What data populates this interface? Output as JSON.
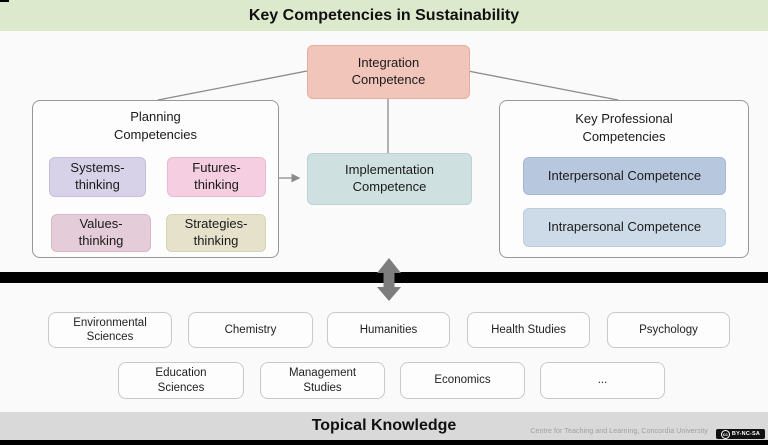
{
  "header": {
    "title": "Key Competencies in Sustainability"
  },
  "diagram": {
    "integration": "Integration\nCompetence",
    "implementation": "Implementation\nCompetence",
    "planning": {
      "title": "Planning\nCompetencies",
      "items": [
        "Systems-\nthinking",
        "Futures-\nthinking",
        "Values-\nthinking",
        "Strategies-\nthinking"
      ]
    },
    "professional": {
      "title": "Key Professional\nCompetencies",
      "items": [
        "Interpersonal Competence",
        "Intrapersonal Competence"
      ]
    }
  },
  "topical": {
    "row1": [
      "Environmental\nSciences",
      "Chemistry",
      "Humanities",
      "Health Studies",
      "Psychology"
    ],
    "row2": [
      "Education\nSciences",
      "Management\nStudies",
      "Economics",
      "..."
    ],
    "banner": "Topical Knowledge"
  },
  "footer": {
    "credit": "Centre for Teaching and Learning, Concordia University",
    "license_icon": "cc",
    "license": "BY-NC-SA"
  },
  "colors": {
    "banner_green": "#dde9cd",
    "banner_gray": "#d9d9d9",
    "divider_black": "#000000",
    "connector_gray": "#8a8a8a",
    "double_arrow_gray": "#7d7d7d",
    "integration_fill": "#f2c5bb",
    "implementation_fill": "#cfe0e1",
    "systems_fill": "#d8d2e9",
    "futures_fill": "#f5cee1",
    "values_fill": "#e4ccd8",
    "strategies_fill": "#e5e1cb",
    "interpersonal_fill": "#b7c8de",
    "intrapersonal_fill": "#cddbe9"
  }
}
